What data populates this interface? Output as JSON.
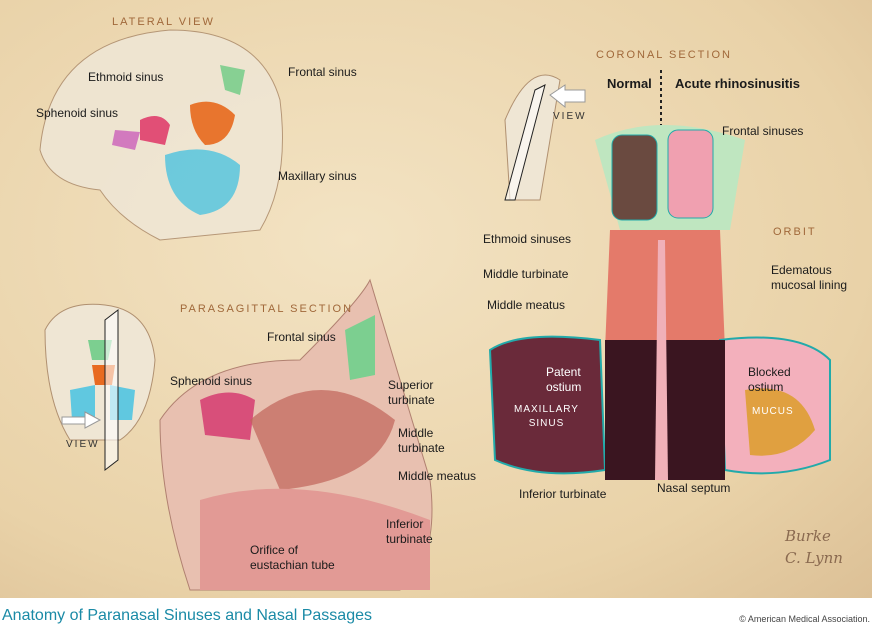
{
  "lateral": {
    "title": "LATERAL VIEW",
    "frontal": "Frontal sinus",
    "ethmoid": "Ethmoid sinus",
    "sphenoid": "Sphenoid sinus",
    "maxillary": "Maxillary sinus"
  },
  "parasagittal": {
    "title": "PARASAGITTAL SECTION",
    "view": "VIEW",
    "frontal": "Frontal sinus",
    "sphenoid": "Sphenoid sinus",
    "superior_turbinate": [
      "Superior",
      "turbinate"
    ],
    "middle_turbinate": [
      "Middle",
      "turbinate"
    ],
    "middle_meatus": "Middle meatus",
    "inferior_turbinate": [
      "Inferior",
      "turbinate"
    ],
    "eustachian": [
      "Orifice of",
      "eustachian tube"
    ]
  },
  "coronal": {
    "title": "CORONAL SECTION",
    "normal": "Normal",
    "acute": "Acute rhinosinusitis",
    "view": "VIEW",
    "frontal_sinuses": "Frontal sinuses",
    "orbit": "ORBIT",
    "ethmoid_sinuses": "Ethmoid sinuses",
    "middle_turbinate": "Middle turbinate",
    "middle_meatus": "Middle meatus",
    "edematous": [
      "Edematous",
      "mucosal lining"
    ],
    "patent_ostium": [
      "Patent",
      "ostium"
    ],
    "blocked_ostium": [
      "Blocked",
      "ostium"
    ],
    "maxillary_sinus": [
      "MAXILLARY",
      "SINUS"
    ],
    "mucus": "MUCUS",
    "inferior_turbinate": "Inferior turbinate",
    "nasal_septum": "Nasal septum"
  },
  "signature": [
    "Burke",
    "C. Lynn"
  ],
  "caption": "Anatomy of Paranasal Sinuses and Nasal Passages",
  "copyright": "© American Medical Association."
}
